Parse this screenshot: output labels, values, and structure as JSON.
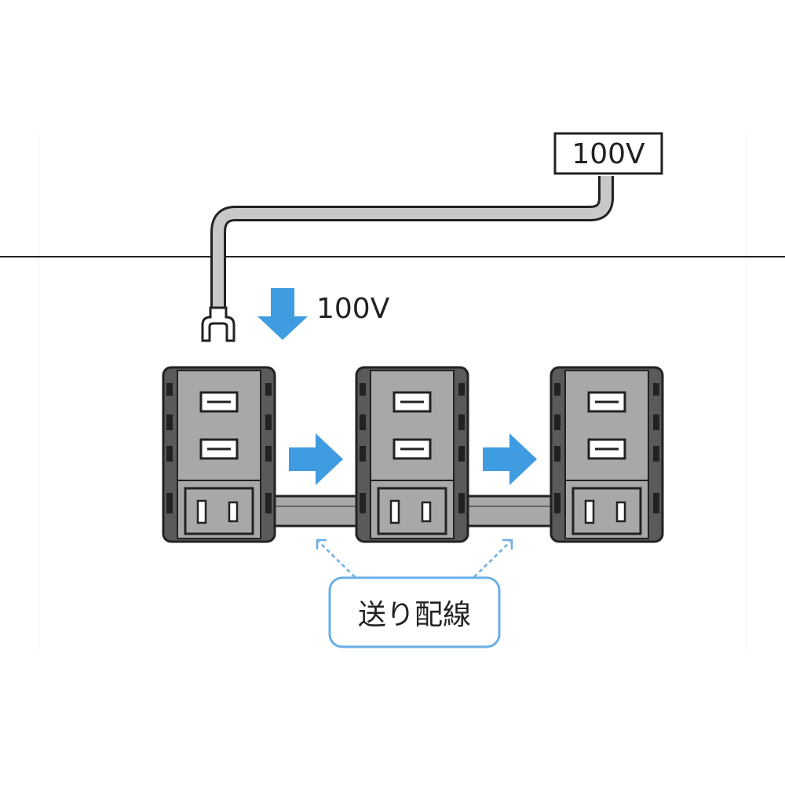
{
  "source_label": "100V",
  "input_label": "100V",
  "relay_wiring_label": "送り配線",
  "colors": {
    "arrow_blue": "#3f9ce0",
    "callout_border": "#69afe6",
    "unit_body": "#a8a8a8",
    "unit_frame": "#5a5a5a",
    "cord": "#c8c8c8",
    "line": "#222222"
  },
  "units": [
    {
      "name": "outlet-unit-1",
      "ports": [
        "usb",
        "usb",
        "ac-outlet"
      ]
    },
    {
      "name": "outlet-unit-2",
      "ports": [
        "usb",
        "usb",
        "ac-outlet"
      ]
    },
    {
      "name": "outlet-unit-3",
      "ports": [
        "usb",
        "usb",
        "ac-outlet"
      ]
    }
  ]
}
